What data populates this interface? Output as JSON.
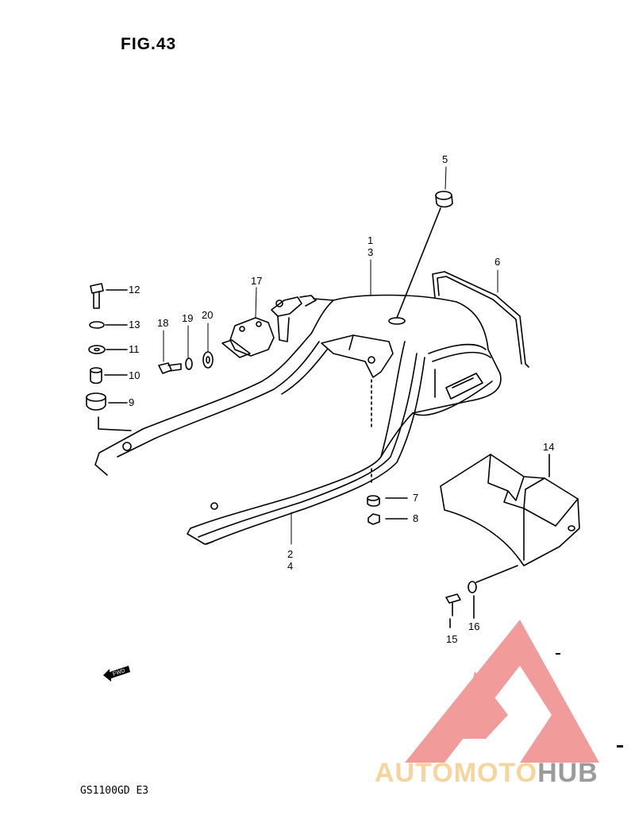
{
  "figure": {
    "title": "FIG.43",
    "model": "GS1100GD E3"
  },
  "callouts": [
    {
      "id": "c1",
      "text": "1"
    },
    {
      "id": "c3",
      "text": "3"
    },
    {
      "id": "c2",
      "text": "2"
    },
    {
      "id": "c4",
      "text": "4"
    },
    {
      "id": "c5",
      "text": "5"
    },
    {
      "id": "c6",
      "text": "6"
    },
    {
      "id": "c7",
      "text": "7"
    },
    {
      "id": "c8",
      "text": "8"
    },
    {
      "id": "c9",
      "text": "9"
    },
    {
      "id": "c10",
      "text": "10"
    },
    {
      "id": "c11",
      "text": "11"
    },
    {
      "id": "c12",
      "text": "12"
    },
    {
      "id": "c13",
      "text": "13"
    },
    {
      "id": "c14",
      "text": "14"
    },
    {
      "id": "c15",
      "text": "15"
    },
    {
      "id": "c16",
      "text": "16"
    },
    {
      "id": "c17",
      "text": "17"
    },
    {
      "id": "c18",
      "text": "18"
    },
    {
      "id": "c19",
      "text": "19"
    },
    {
      "id": "c20",
      "text": "20"
    }
  ],
  "fwd_arrow": {
    "text": "FWD"
  },
  "watermark": {
    "text_a": "AUTOMOTO",
    "text_b": "HUB",
    "logo_color": "#f08a8a",
    "accent_color": "#f6d49b",
    "gray_color": "#9b9b9b"
  }
}
